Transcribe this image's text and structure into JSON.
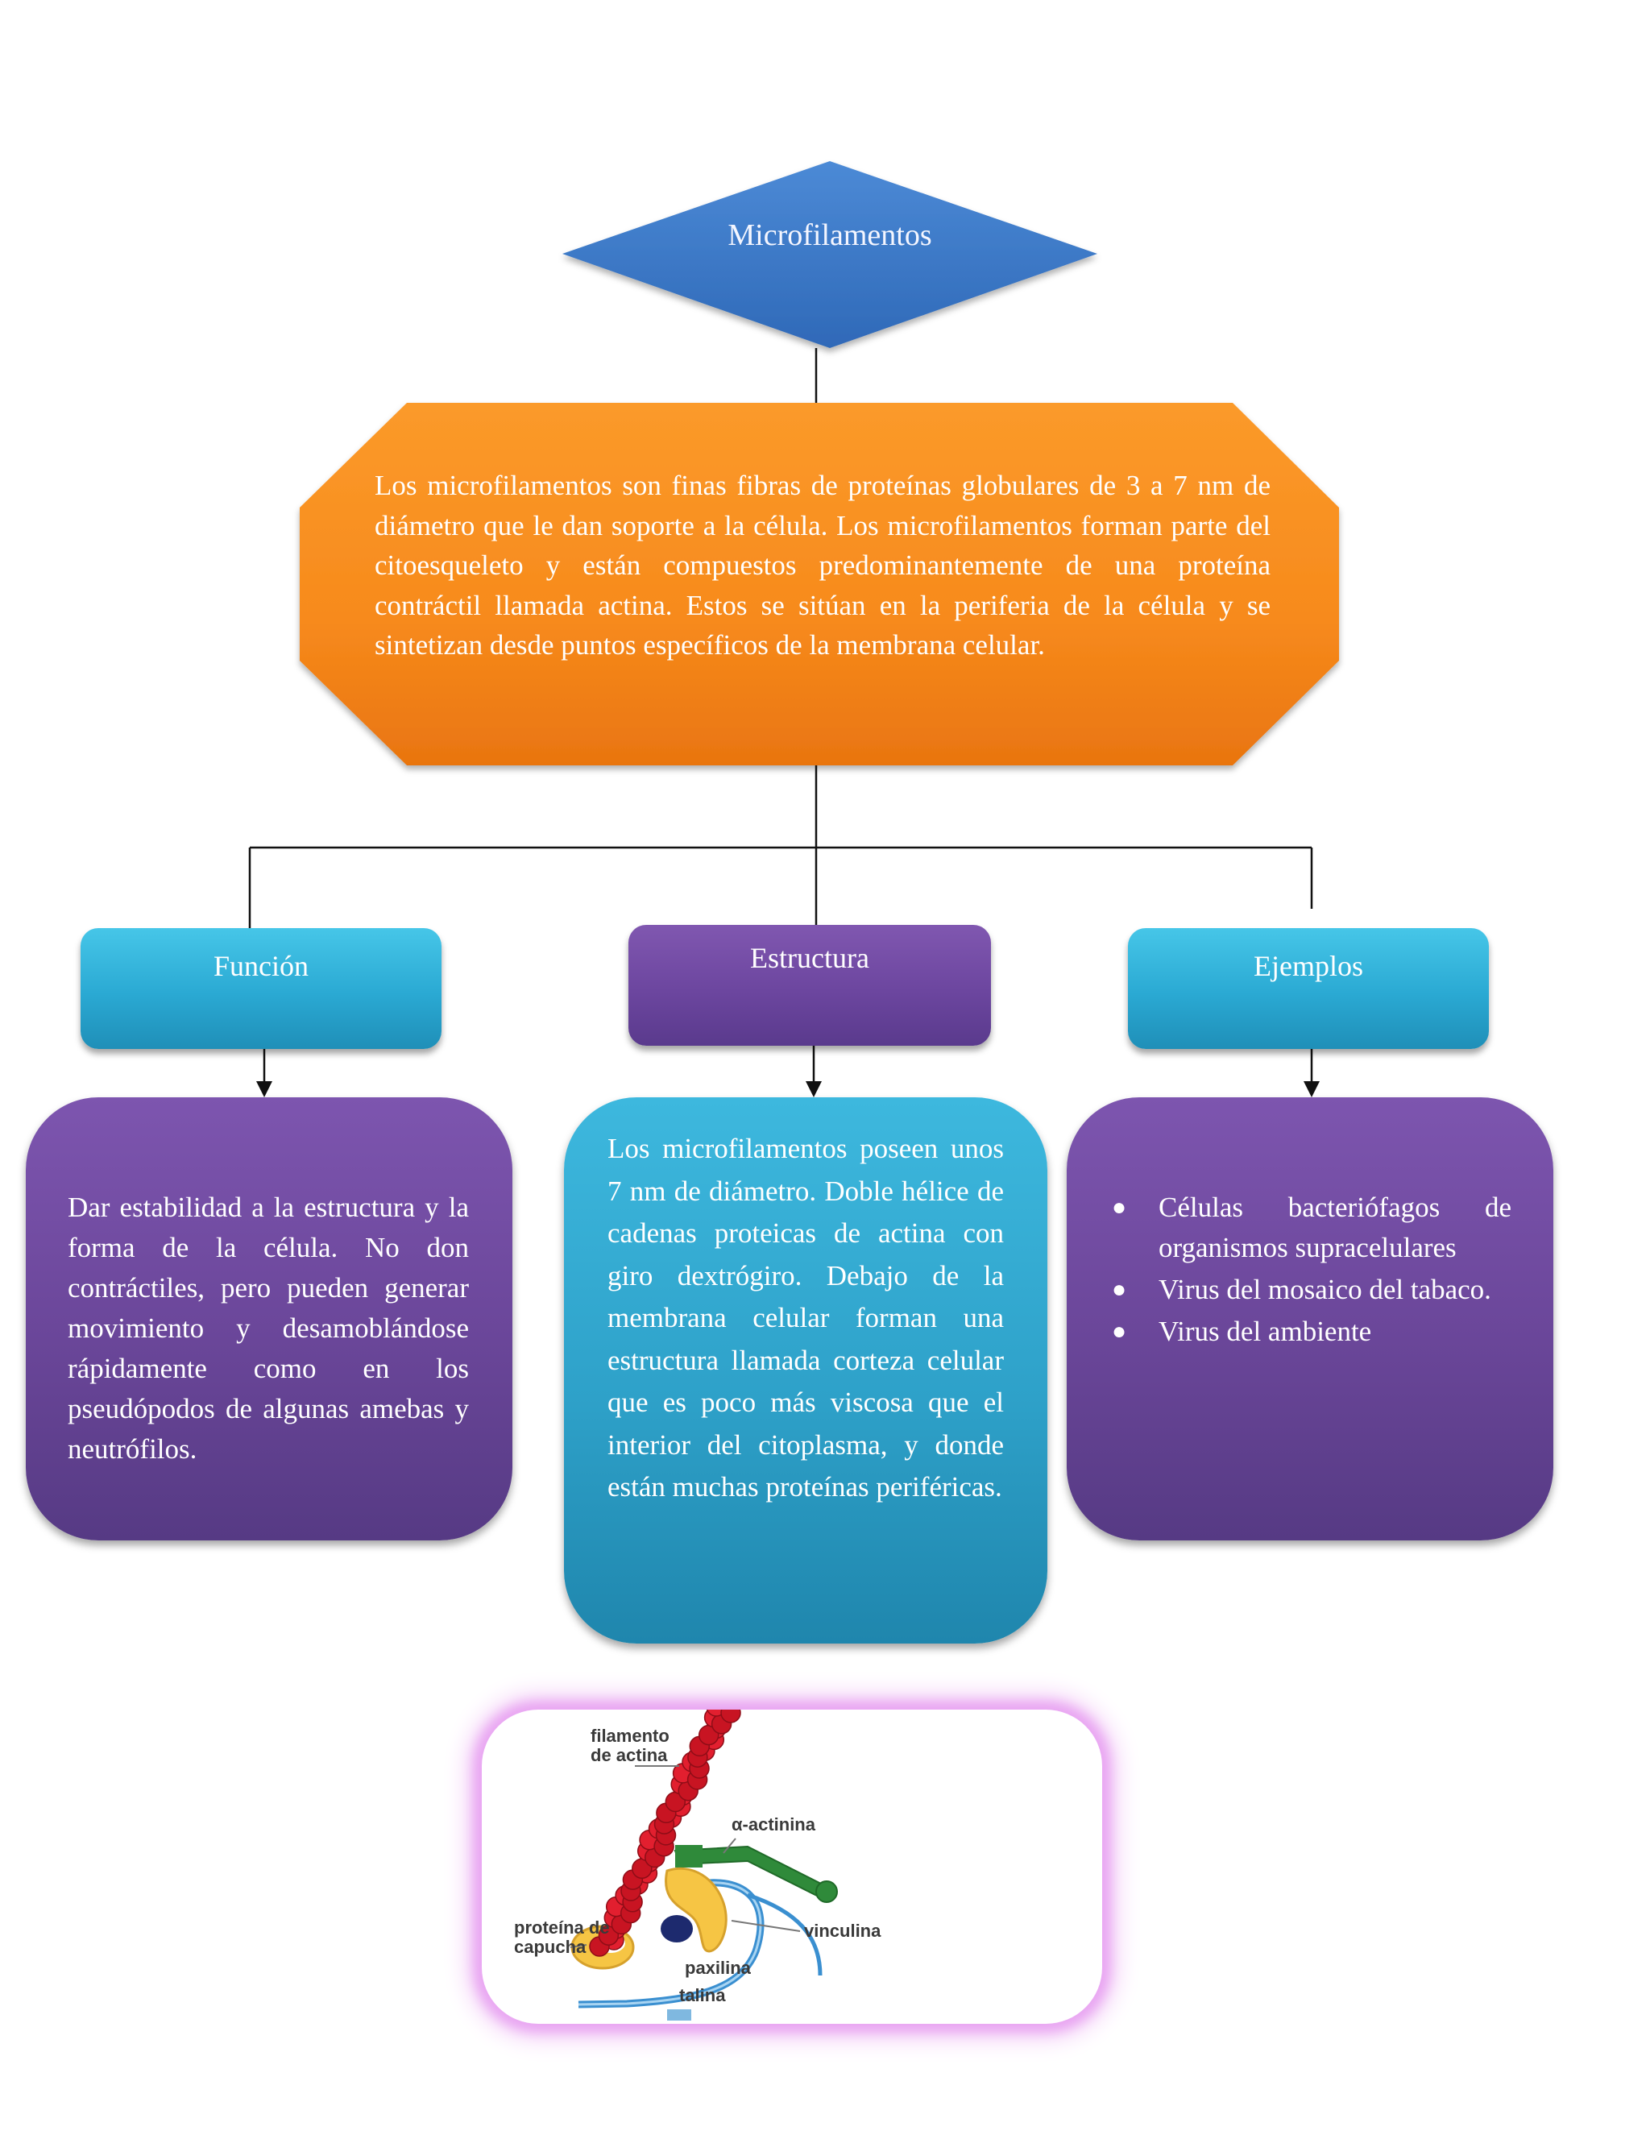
{
  "root": {
    "label": "Microfilamentos"
  },
  "definition": {
    "text": "Los microfilamentos son finas fibras de proteínas globulares de 3 a 7 nm de diámetro que le dan soporte a la célula. Los microfilamentos forman parte del citoesqueleto y están compuestos predominantemente de una proteína contráctil llamada actina. Estos se sitúan en la periferia de la célula y se sintetizan desde puntos específicos de la membrana celular."
  },
  "branches": {
    "funcion": {
      "label": "Función",
      "text": "Dar estabilidad a la estructura y la forma de la célula. No don contráctiles, pero pueden generar movimiento y desamoblándose rápidamente como en los pseudópodos de algunas amebas y neutrófilos."
    },
    "estructura": {
      "label": "Estructura",
      "text": "Los microfilamentos poseen unos 7 nm de diámetro. Doble hélice de cadenas proteicas de actina con giro dextrógiro. Debajo de la membrana celular forman una estructura llamada corteza celular que es poco más viscosa que el interior del citoplasma, y donde están muchas proteínas periféricas."
    },
    "ejemplos": {
      "label": "Ejemplos",
      "items": [
        "Células bacteriófagos de organismos supracelulares",
        "Virus del mosaico del tabaco.",
        "Virus del ambiente"
      ]
    }
  },
  "illustration": {
    "labels": {
      "filamento": [
        "filamento",
        "de actina"
      ],
      "actinina": "α-actinina",
      "proteina": [
        "proteína de",
        "capucha"
      ],
      "vinculina": "vinculina",
      "paxilina": "paxilina",
      "talina": "talina"
    }
  },
  "colors": {
    "diamond": "#3b78c8",
    "octagon": "#f7901e",
    "blue_box": "#2ea9d3",
    "purple_box": "#6c469f",
    "connector": "#111111",
    "frame_glow": "#e9a6f2"
  }
}
